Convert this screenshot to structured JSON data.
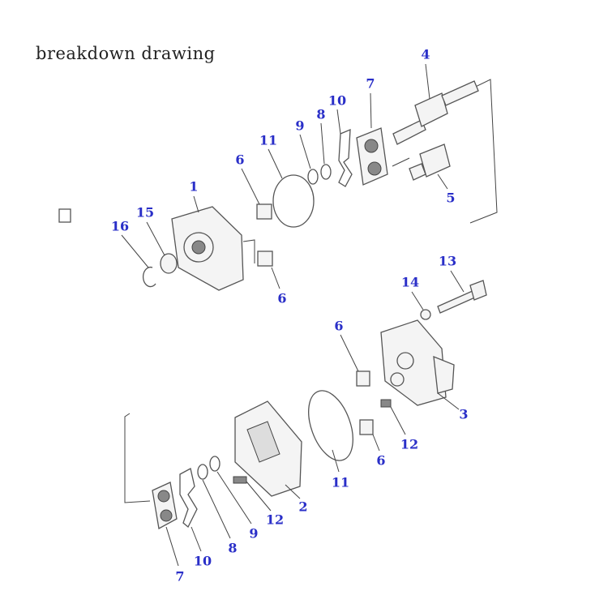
{
  "title": "breakdown drawing",
  "label_color": "#2a2fc8",
  "callouts": [
    "4",
    "7",
    "10",
    "8",
    "9",
    "11",
    "6",
    "1",
    "5",
    "15",
    "16",
    "6",
    "13",
    "14",
    "6",
    "3",
    "12",
    "6",
    "11",
    "2",
    "12",
    "9",
    "8",
    "10",
    "7"
  ]
}
